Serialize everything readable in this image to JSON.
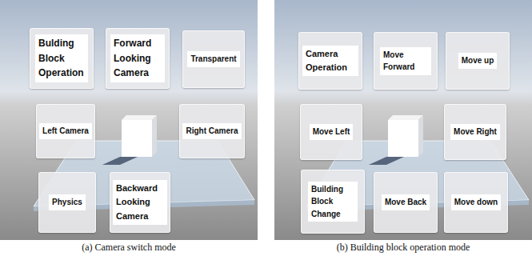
{
  "diagram": {
    "nodes": [
      {
        "text": [
          "Bulding Block Operation"
        ]
      },
      {
        "text": [
          "Forward Looking Camera"
        ]
      },
      {
        "text": [
          "Transparent"
        ]
      },
      {
        "text": [
          "Left Camera"
        ]
      },
      {
        "text": [
          "Right Camera"
        ]
      },
      {
        "text": [
          "Physics"
        ]
      },
      {
        "text": [
          "Backward Looking Camera"
        ]
      },
      {
        "text": [
          "Camera Operation"
        ]
      },
      {
        "text": [
          "Move Forward"
        ]
      },
      {
        "text": [
          "Move up"
        ]
      },
      {
        "text": [
          "Move Left"
        ]
      },
      {
        "text": [
          "Move Right"
        ]
      },
      {
        "text": [
          "Building Block Change"
        ]
      },
      {
        "text": [
          "Move Back"
        ]
      },
      {
        "text": [
          "Move down"
        ]
      }
    ],
    "labels": [
      "(a) Camera switch mode",
      "(b) Building block operation mode"
    ]
  }
}
